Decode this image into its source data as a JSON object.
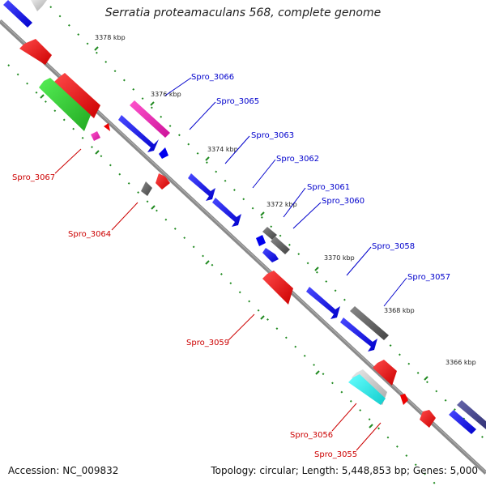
{
  "title": "Serratia proteamaculans 568, complete genome",
  "accession_text": "Accession: NC_009832",
  "topology_text": "Topology: circular; Length: 5,448,853 bp; Genes: 5,000",
  "colors": {
    "forward": "#0000ee",
    "reverse": "#ee0000",
    "backbone": "#888888",
    "tick": "#228b22"
  },
  "ticks": [
    "3366 kbp",
    "3368 kbp",
    "3370 kbp",
    "3372 kbp",
    "3374 kbp",
    "3376 kbp",
    "3378 kbp"
  ],
  "genes_forward": [
    "Spro_3066",
    "Spro_3065",
    "Spro_3063",
    "Spro_3062",
    "Spro_3061",
    "Spro_3060",
    "Spro_3058",
    "Spro_3057"
  ],
  "genes_reverse": [
    "Spro_3067",
    "Spro_3064",
    "Spro_3059",
    "Spro_3056",
    "Spro_3055"
  ]
}
